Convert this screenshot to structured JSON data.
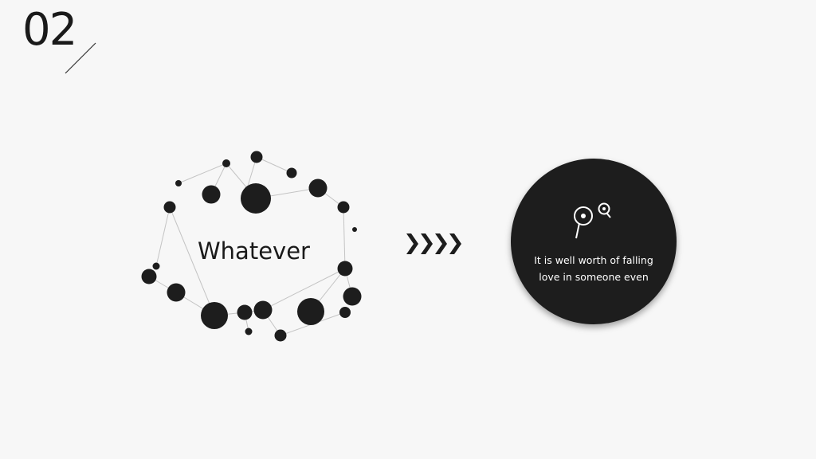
{
  "slide": {
    "number": "02"
  },
  "network": {
    "label": "Whatever"
  },
  "arrow": {
    "icon": "chevrons-right-icon"
  },
  "callout": {
    "icon": "pin-icon",
    "line1": "It is well worth of falling",
    "line2": "love in someone even"
  },
  "colors": {
    "background": "#f7f7f7",
    "dark": "#1d1d1d",
    "line": "#bdbdbd",
    "text_light": "#ffffff"
  }
}
